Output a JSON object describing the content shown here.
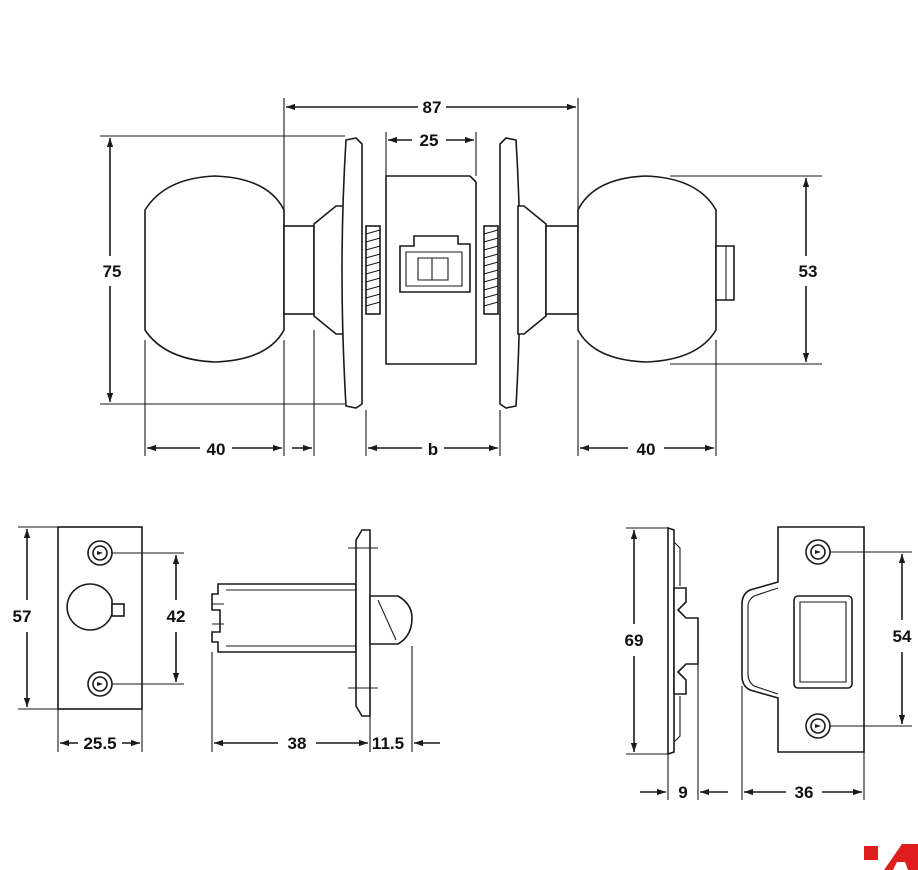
{
  "dimensions": {
    "overall_width": "87",
    "spindle_width": "25",
    "knob_height": "75",
    "rose_height": "53",
    "left_knob_length": "40",
    "door_thickness": "b",
    "right_knob_length": "40",
    "faceplate_height": "57",
    "faceplate_hole_spacing": "42",
    "faceplate_width": "25.5",
    "latch_backset": "38",
    "latch_projection": "11.5",
    "strike_height": "69",
    "strike_hole_spacing": "54",
    "strike_depth": "9",
    "strike_width": "36"
  },
  "logo": {
    "color": "#e01e1e"
  }
}
